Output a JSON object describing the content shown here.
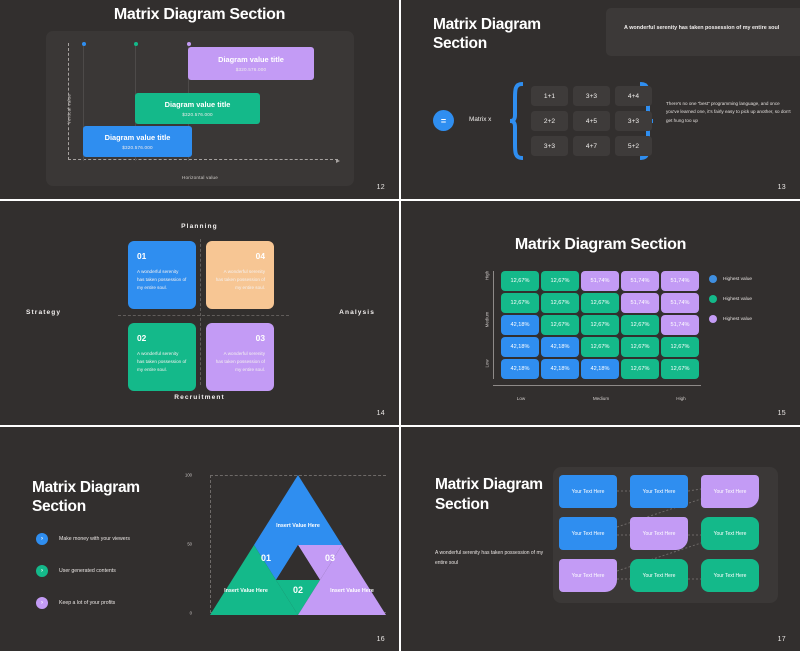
{
  "deck": {
    "slides": [
      {
        "page": "12",
        "title": "Matrix Diagram Section",
        "axis": {
          "y": "Vertical value",
          "x": "Horizontal value"
        },
        "bars": [
          {
            "title": "Diagram value title",
            "value": "$320.576.000",
            "color": "#2f8ef0"
          },
          {
            "title": "Diagram value title",
            "value": "$320.576.000",
            "color": "#14b98a"
          },
          {
            "title": "Diagram value title",
            "value": "$320.576.000",
            "color": "#c39bf5"
          }
        ]
      },
      {
        "page": "13",
        "title": "Matrix Diagram Section",
        "note": "A wonderful serenity has taken possession of my entire soul",
        "equals_icon": "=",
        "matrix_label": "Matrix x",
        "matrix": [
          [
            "1+1",
            "3+3",
            "4+4"
          ],
          [
            "2+2",
            "4+5",
            "3+3"
          ],
          [
            "3+3",
            "4+7",
            "5+2"
          ]
        ],
        "body": "There's no one \"best\" programming language, and once you've learned one, it's fairly easy to pick up another, so don't get hung too up"
      },
      {
        "page": "14",
        "axis_labels": {
          "top": "Planning",
          "bottom": "Recruitment",
          "left": "Strategy",
          "right": "Analysis"
        },
        "quadrants": [
          {
            "num": "01",
            "text": "A wonderful serenity has taken possession of my entire soul.",
            "color": "#2f8ef0",
            "align": "left"
          },
          {
            "num": "04",
            "text": "A wonderful serenity has taken possession of my entire soul.",
            "color": "#f7c694",
            "align": "right"
          },
          {
            "num": "02",
            "text": "A wonderful serenity has taken possession of my entire soul.",
            "color": "#14b98a",
            "align": "left"
          },
          {
            "num": "03",
            "text": "A wonderful serenity has taken possession of my entire soul.",
            "color": "#c39bf5",
            "align": "right"
          }
        ]
      },
      {
        "page": "15",
        "title": "Matrix Diagram Section",
        "legend": [
          {
            "label": "Highest value",
            "color": "#3f8fe0"
          },
          {
            "label": "Highest value",
            "color": "#14b98a"
          },
          {
            "label": "Highest value",
            "color": "#c39bf5"
          }
        ],
        "chart_data": {
          "type": "heatmap",
          "title": "Matrix Diagram Section",
          "xlabel": "",
          "ylabel": "",
          "x_categories": [
            "Low",
            "Medium",
            "High"
          ],
          "y_categories": [
            "High",
            "Medium",
            "Low"
          ],
          "legend_position": "right",
          "grid": false,
          "rows": [
            [
              {
                "value": "12,67%",
                "color": "#14b98a"
              },
              {
                "value": "12,67%",
                "color": "#14b98a"
              },
              {
                "value": "51,74%",
                "color": "#c39bf5"
              },
              {
                "value": "51,74%",
                "color": "#c39bf5"
              },
              {
                "value": "51,74%",
                "color": "#c39bf5"
              }
            ],
            [
              {
                "value": "12,67%",
                "color": "#14b98a"
              },
              {
                "value": "12,67%",
                "color": "#14b98a"
              },
              {
                "value": "12,67%",
                "color": "#14b98a"
              },
              {
                "value": "51,74%",
                "color": "#c39bf5"
              },
              {
                "value": "51,74%",
                "color": "#c39bf5"
              }
            ],
            [
              {
                "value": "42,18%",
                "color": "#2f8ef0"
              },
              {
                "value": "12,67%",
                "color": "#14b98a"
              },
              {
                "value": "12,67%",
                "color": "#14b98a"
              },
              {
                "value": "12,67%",
                "color": "#14b98a"
              },
              {
                "value": "51,74%",
                "color": "#c39bf5"
              }
            ],
            [
              {
                "value": "42,18%",
                "color": "#2f8ef0"
              },
              {
                "value": "42,18%",
                "color": "#2f8ef0"
              },
              {
                "value": "12,67%",
                "color": "#14b98a"
              },
              {
                "value": "12,67%",
                "color": "#14b98a"
              },
              {
                "value": "12,67%",
                "color": "#14b98a"
              }
            ],
            [
              {
                "value": "42,18%",
                "color": "#2f8ef0"
              },
              {
                "value": "42,18%",
                "color": "#2f8ef0"
              },
              {
                "value": "42,18%",
                "color": "#2f8ef0"
              },
              {
                "value": "12,67%",
                "color": "#14b98a"
              },
              {
                "value": "12,67%",
                "color": "#14b98a"
              }
            ]
          ]
        }
      },
      {
        "page": "16",
        "title": "Matrix Diagram Section",
        "bullets": [
          {
            "text": "Make money with your viewers",
            "color": "#2f8ef0"
          },
          {
            "text": "User generated contents",
            "color": "#14b98a"
          },
          {
            "text": "Keep a lot of your profits",
            "color": "#c39bf5"
          }
        ],
        "chart_data": {
          "type": "triangle",
          "y_ticks": [
            "100",
            "50",
            "0"
          ],
          "ylim": [
            0,
            100
          ],
          "segments": [
            {
              "label": "Insert Value Here",
              "number": "",
              "color": "#2f8ef0",
              "position": "top"
            },
            {
              "label": "",
              "number": "01",
              "color": "#2f8ef0",
              "position": "mid-left"
            },
            {
              "label": "",
              "number": "03",
              "color": "#c39bf5",
              "position": "mid-right"
            },
            {
              "label": "Insert Value Here",
              "number": "",
              "color": "#14b98a",
              "position": "bottom-left"
            },
            {
              "label": "",
              "number": "02",
              "color": "#14b98a",
              "position": "bottom-center"
            },
            {
              "label": "Insert Value Here",
              "number": "",
              "color": "#c39bf5",
              "position": "bottom-right"
            }
          ]
        }
      },
      {
        "page": "17",
        "title": "Matrix Diagram Section",
        "subtitle": "A wonderful serenity has taken possession of my entire soul",
        "boxes": [
          {
            "label": "Your Text Here",
            "color": "#2f8ef0"
          },
          {
            "label": "Your Text Here",
            "color": "#2f8ef0"
          },
          {
            "label": "Your Text Here",
            "color": "#c39bf5"
          },
          {
            "label": "Your Text Here",
            "color": "#2f8ef0"
          },
          {
            "label": "Your Text Here",
            "color": "#c39bf5"
          },
          {
            "label": "Your Text Here",
            "color": "#14b98a"
          },
          {
            "label": "Your Text Here",
            "color": "#c39bf5"
          },
          {
            "label": "Your Text Here",
            "color": "#14b98a"
          },
          {
            "label": "Your Text Here",
            "color": "#14b98a"
          }
        ]
      }
    ]
  }
}
